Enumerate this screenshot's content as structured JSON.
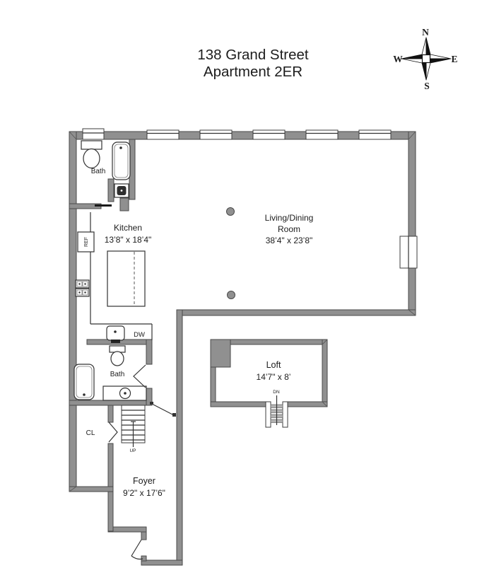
{
  "title": {
    "line1": "138 Grand Street",
    "line2": "Apartment 2ER"
  },
  "compass": {
    "north": "N",
    "east": "E",
    "south": "S",
    "west": "W"
  },
  "rooms": {
    "bath_upper": {
      "label": "Bath"
    },
    "kitchen": {
      "label": "Kitchen",
      "dims": "13’8\" x 18’4\""
    },
    "living": {
      "label1": "Living/Dining",
      "label2": "Room",
      "dims": "38’4\" x 23’8\""
    },
    "loft": {
      "label": "Loft",
      "dims": "14’7\" x 8’"
    },
    "bath_lower": {
      "label": "Bath"
    },
    "closet": {
      "label": "CL"
    },
    "foyer": {
      "label": "Foyer",
      "dims": "9’2\" x 17’6\""
    }
  },
  "fixtures": {
    "refrigerator": "REF",
    "dishwasher": "DW",
    "stairs_up": "UP",
    "stairs_down": "DN"
  },
  "colors": {
    "wall_fill": "#909090",
    "wall_stroke": "#4a4a4a",
    "line": "#333333",
    "text": "#1c1c1c"
  }
}
